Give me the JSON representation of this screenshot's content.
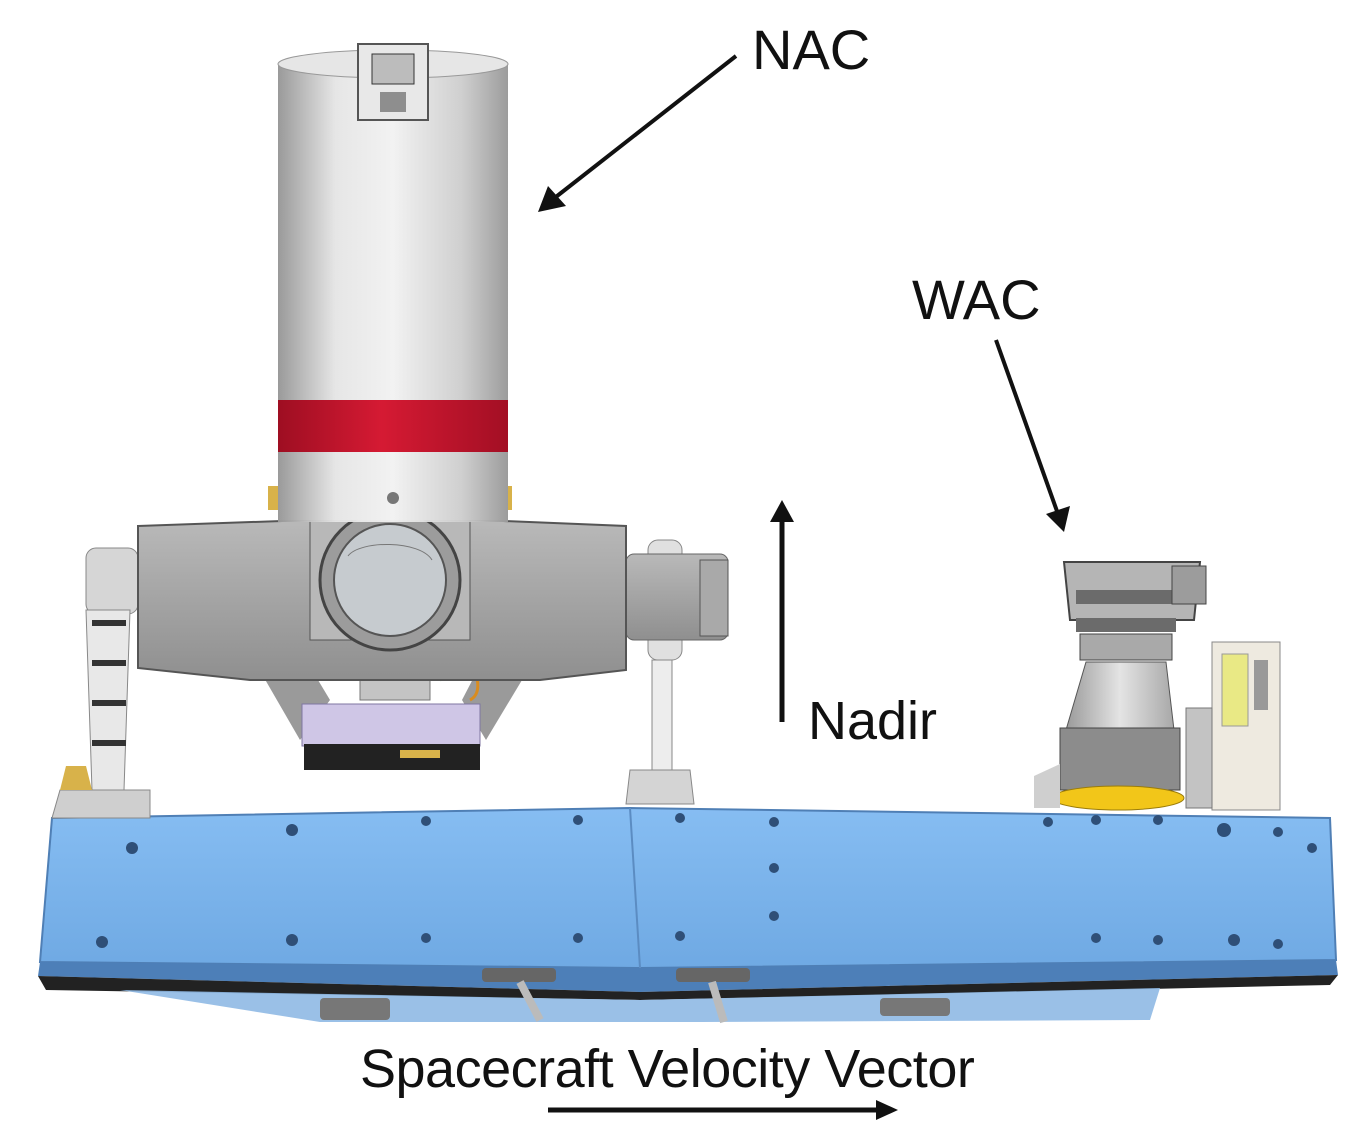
{
  "labels": {
    "nac": "NAC",
    "wac": "WAC",
    "nadir": "Nadir",
    "velocity": "Spacecraft Velocity Vector"
  },
  "colors": {
    "background": "#ffffff",
    "nac_body": "#c9c9c9",
    "nac_band": "#c8102e",
    "optical_bench": "#7db5ec",
    "electronics_box": "#cfc6e6",
    "wac_base": "#f2c619",
    "arrow": "#111111"
  }
}
